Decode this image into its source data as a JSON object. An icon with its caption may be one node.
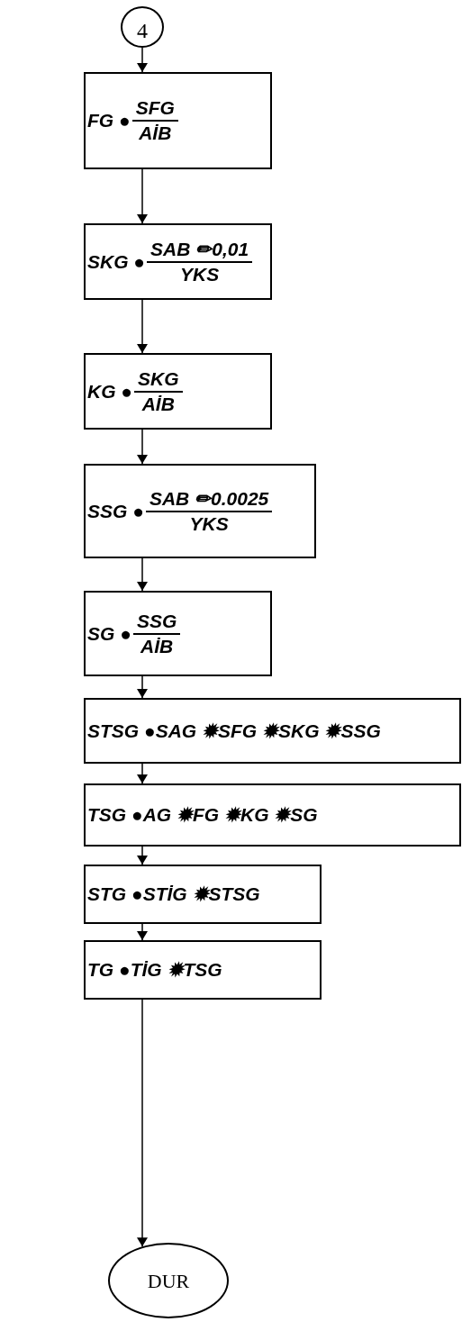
{
  "diagram": {
    "nodes": [
      {
        "text": [
          "4"
        ]
      },
      {
        "text": [
          "FG ●",
          "SFG",
          "AİB"
        ]
      },
      {
        "text": [
          "SKG ●",
          "SAB ✏0,01",
          "YKS"
        ]
      },
      {
        "text": [
          "KG ●",
          "SKG",
          "AİB"
        ]
      },
      {
        "text": [
          "SSG ●",
          "SAB ✏0.0025",
          "YKS"
        ]
      },
      {
        "text": [
          "SG ●",
          "SSG",
          "AİB"
        ]
      },
      {
        "text": [
          "STSG ●SAG ✹SFG ✹SKG ✹SSG"
        ]
      },
      {
        "text": [
          "TSG ●AG ✹FG ✹KG ✹SG"
        ]
      },
      {
        "text": [
          "STG ●STİG ✹STSG"
        ]
      },
      {
        "text": [
          "TG ●TİG ✹TSG"
        ]
      },
      {
        "text": [
          "DUR"
        ]
      }
    ],
    "edges": [
      {
        "from": 0,
        "to": 1,
        "arrow": "to"
      },
      {
        "from": 1,
        "to": 2,
        "arrow": "to"
      },
      {
        "from": 2,
        "to": 3,
        "arrow": "to"
      },
      {
        "from": 3,
        "to": 4,
        "arrow": "to"
      },
      {
        "from": 4,
        "to": 5,
        "arrow": "to"
      },
      {
        "from": 5,
        "to": 6,
        "arrow": "to"
      },
      {
        "from": 6,
        "to": 7,
        "arrow": "to"
      },
      {
        "from": 7,
        "to": 8,
        "arrow": "to"
      },
      {
        "from": 8,
        "to": 9,
        "arrow": "to"
      },
      {
        "from": 9,
        "to": 10,
        "arrow": "to"
      }
    ]
  }
}
